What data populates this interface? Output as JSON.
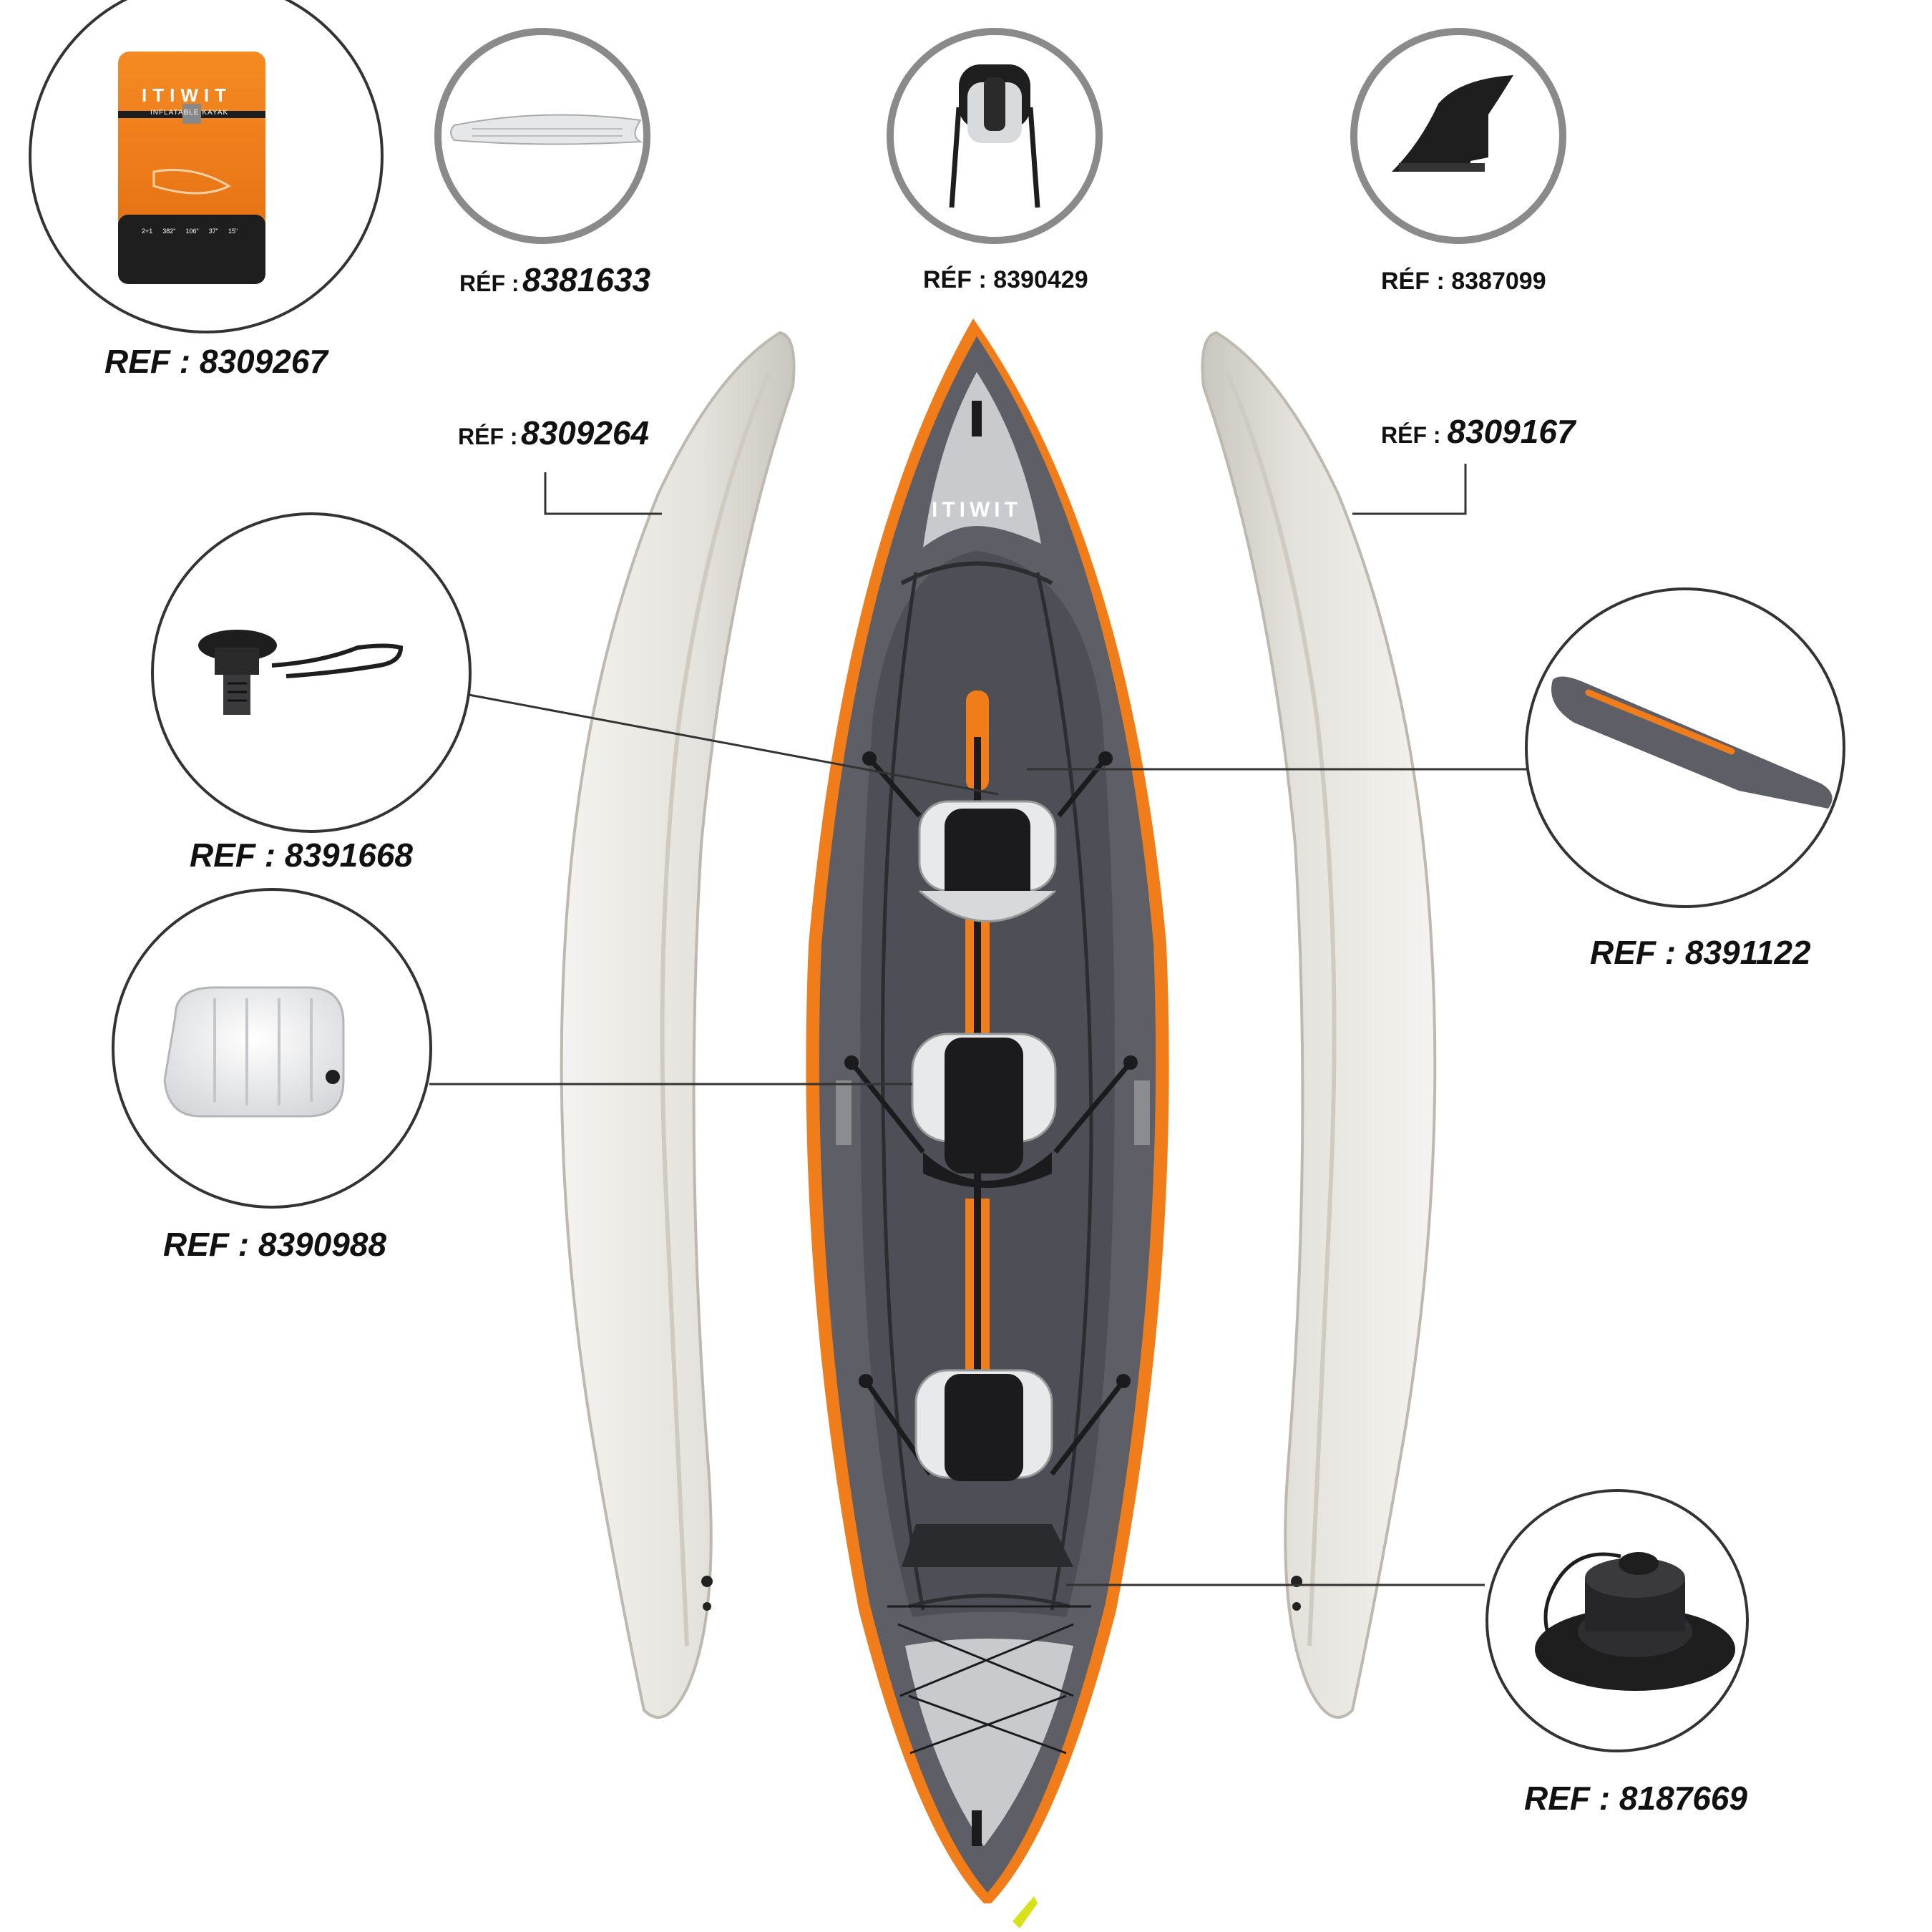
{
  "colors": {
    "orange": "#f07c1a",
    "hull_grey": "#5d5e66",
    "floor_grey": "#4d4e56",
    "light_grey": "#c9cacd",
    "tube": "#e6e4df",
    "black": "#1b1b1d",
    "leader": "#333333"
  },
  "bag": {
    "brand": "ITIWIT",
    "subtitle": "INFLATABLE KAYAK",
    "specs": [
      "2+1",
      "382\"",
      "106\"",
      "37\"",
      "15\""
    ]
  },
  "hull_brand": "ITIWIT",
  "parts": [
    {
      "id": "bag",
      "name": "carry-bag",
      "icon": "bag-icon",
      "prefix": "REF :",
      "number": "8309267"
    },
    {
      "id": "floor",
      "name": "floor",
      "icon": "floor-icon",
      "prefix": "RÉF :",
      "number": "8381633"
    },
    {
      "id": "seat",
      "name": "backrest-seat",
      "icon": "seat-icon",
      "prefix": "RÉF :",
      "number": "8390429"
    },
    {
      "id": "fin",
      "name": "fin",
      "icon": "fin-icon",
      "prefix": "RÉF :",
      "number": "8387099"
    },
    {
      "id": "left_tube",
      "name": "left-side-tube",
      "icon": "tube-icon",
      "prefix": "RÉF :",
      "number": "8309264"
    },
    {
      "id": "right_tube",
      "name": "right-side-tube",
      "icon": "tube-icon",
      "prefix": "RÉF :",
      "number": "8309167"
    },
    {
      "id": "valve",
      "name": "inflation-valve",
      "icon": "valve-icon",
      "prefix": "REF :",
      "number": "8391668"
    },
    {
      "id": "cushion",
      "name": "seat-cushion",
      "icon": "cushion-icon",
      "prefix": "REF :",
      "number": "8390988"
    },
    {
      "id": "floor_chamber",
      "name": "floor-chamber",
      "icon": "floor-chamber-icon",
      "prefix": "REF :",
      "number": "8391122"
    },
    {
      "id": "drain",
      "name": "drain-valve",
      "icon": "drain-valve-icon",
      "prefix": "REF :",
      "number": "8187669"
    }
  ]
}
